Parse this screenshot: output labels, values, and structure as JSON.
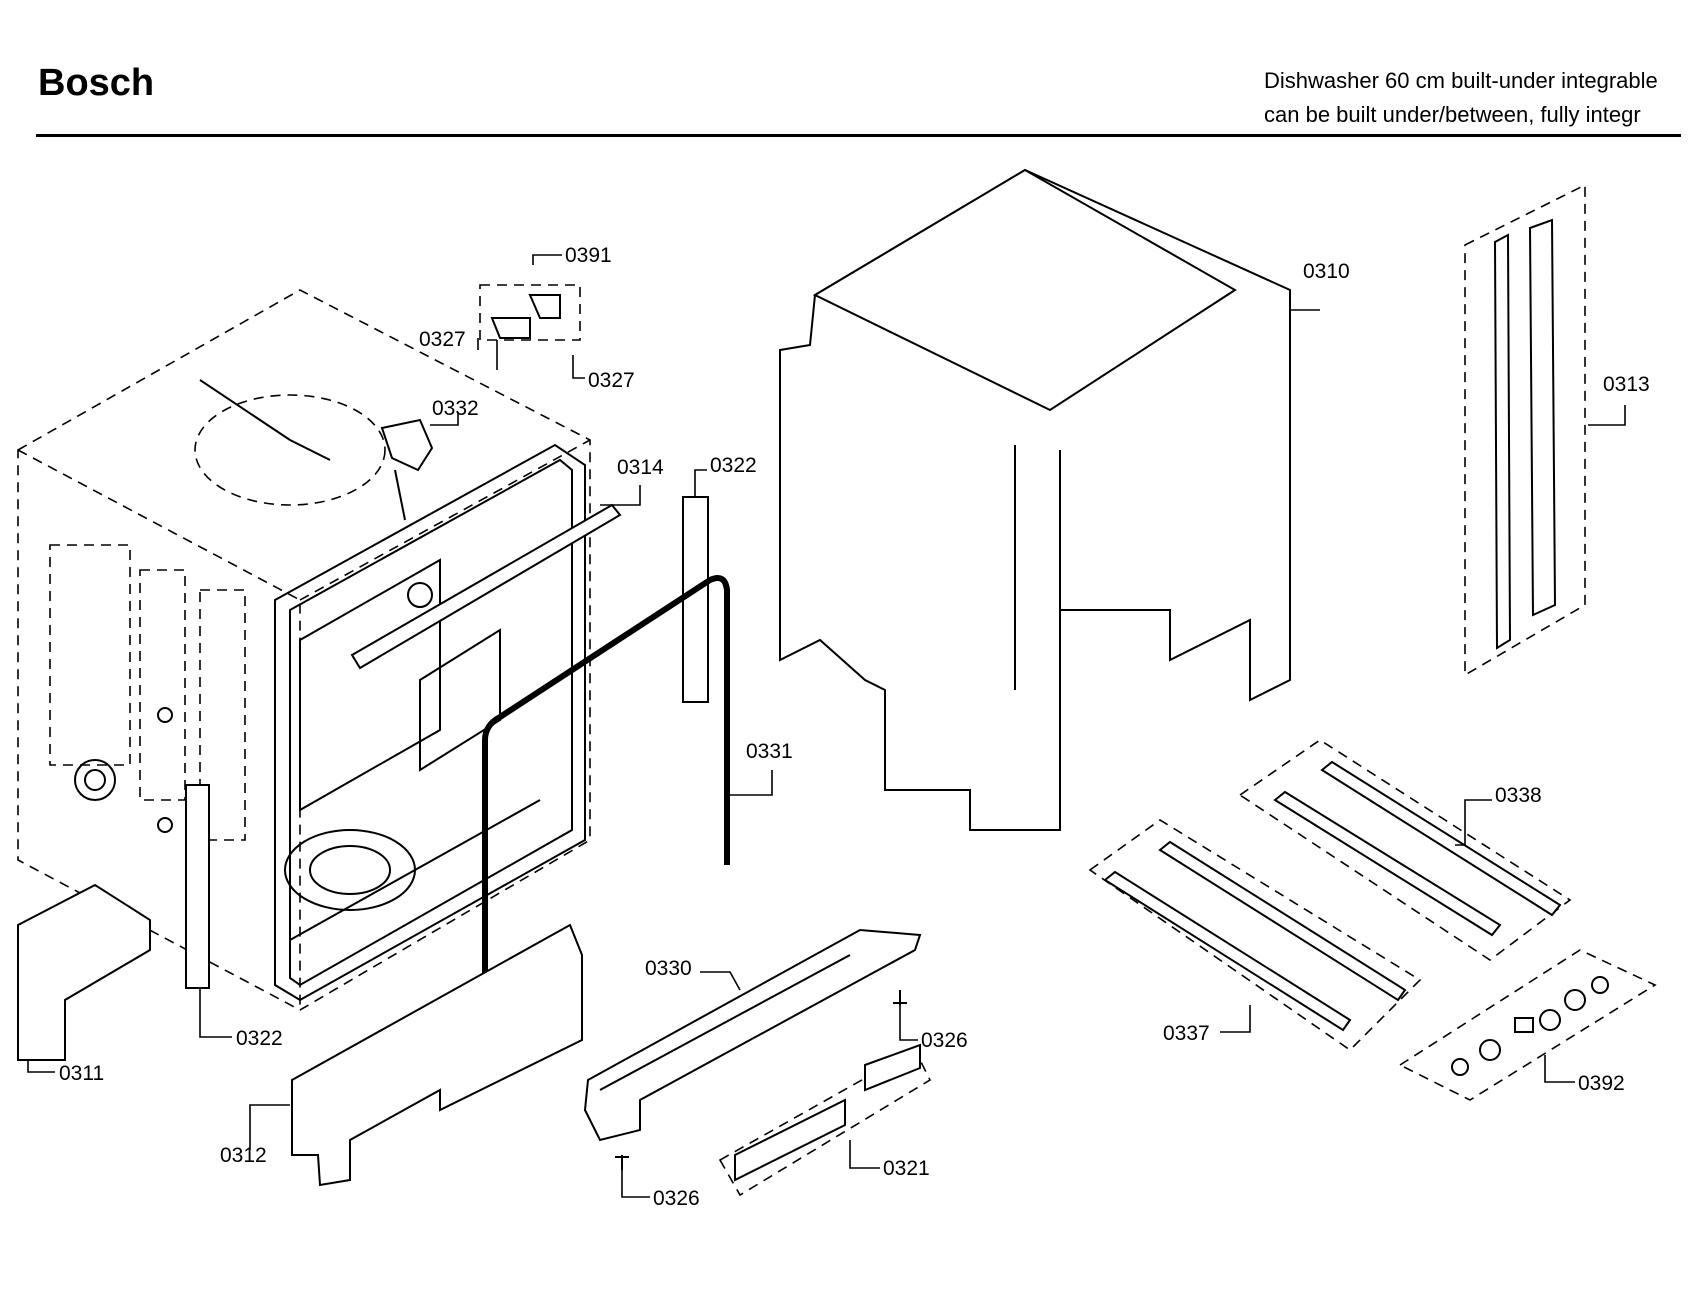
{
  "header": {
    "brand": "Bosch",
    "subtitle_line1": "Dishwasher 60 cm built-under integrable",
    "subtitle_line2": "can be built under/between, fully integr"
  },
  "parts": {
    "p0391": "0391",
    "p0327a": "0327",
    "p0327b": "0327",
    "p0332": "0332",
    "p0314": "0314",
    "p0322a": "0322",
    "p0322b": "0322",
    "p0331": "0331",
    "p0310": "0310",
    "p0313": "0313",
    "p0338": "0338",
    "p0337": "0337",
    "p0392": "0392",
    "p0330": "0330",
    "p0326a": "0326",
    "p0326b": "0326",
    "p0321": "0321",
    "p0311": "0311",
    "p0312": "0312"
  }
}
